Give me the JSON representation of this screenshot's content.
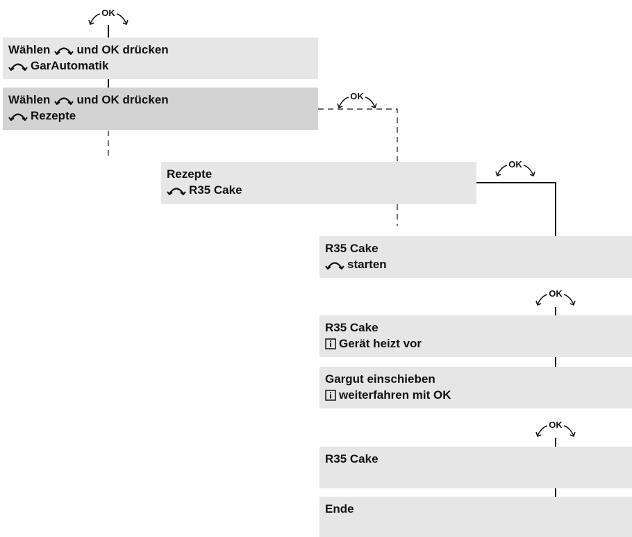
{
  "colors": {
    "box_fill": "#e6e6e6",
    "box_fill_active": "#d3d3d3",
    "line": "#111111"
  },
  "ok_label": "OK",
  "boxes": {
    "b1": {
      "line1": "Wählen",
      "line1_after": "und OK drücken",
      "line2": "GarAutomatik",
      "line2_icon": "rotary-arrow-icon"
    },
    "b2": {
      "line1": "Wählen",
      "line1_after": "und OK drücken",
      "line2": "Rezepte",
      "line2_icon": "rotary-arrow-icon"
    },
    "b3": {
      "line1": "Rezepte",
      "line2": "R35 Cake",
      "line2_icon": "rotary-arrow-icon"
    },
    "b4": {
      "line1": "R35 Cake",
      "line2": "starten",
      "line2_icon": "rotary-arrow-icon"
    },
    "b5": {
      "line1": "R35 Cake",
      "line2": "Gerät heizt vor",
      "line2_icon": "info-icon"
    },
    "b6": {
      "line1": "Gargut einschieben",
      "line2": "weiterfahren mit OK",
      "line2_icon": "info-icon"
    },
    "b7": {
      "line1": "R35 Cake"
    },
    "b8": {
      "line1": "Ende"
    }
  }
}
